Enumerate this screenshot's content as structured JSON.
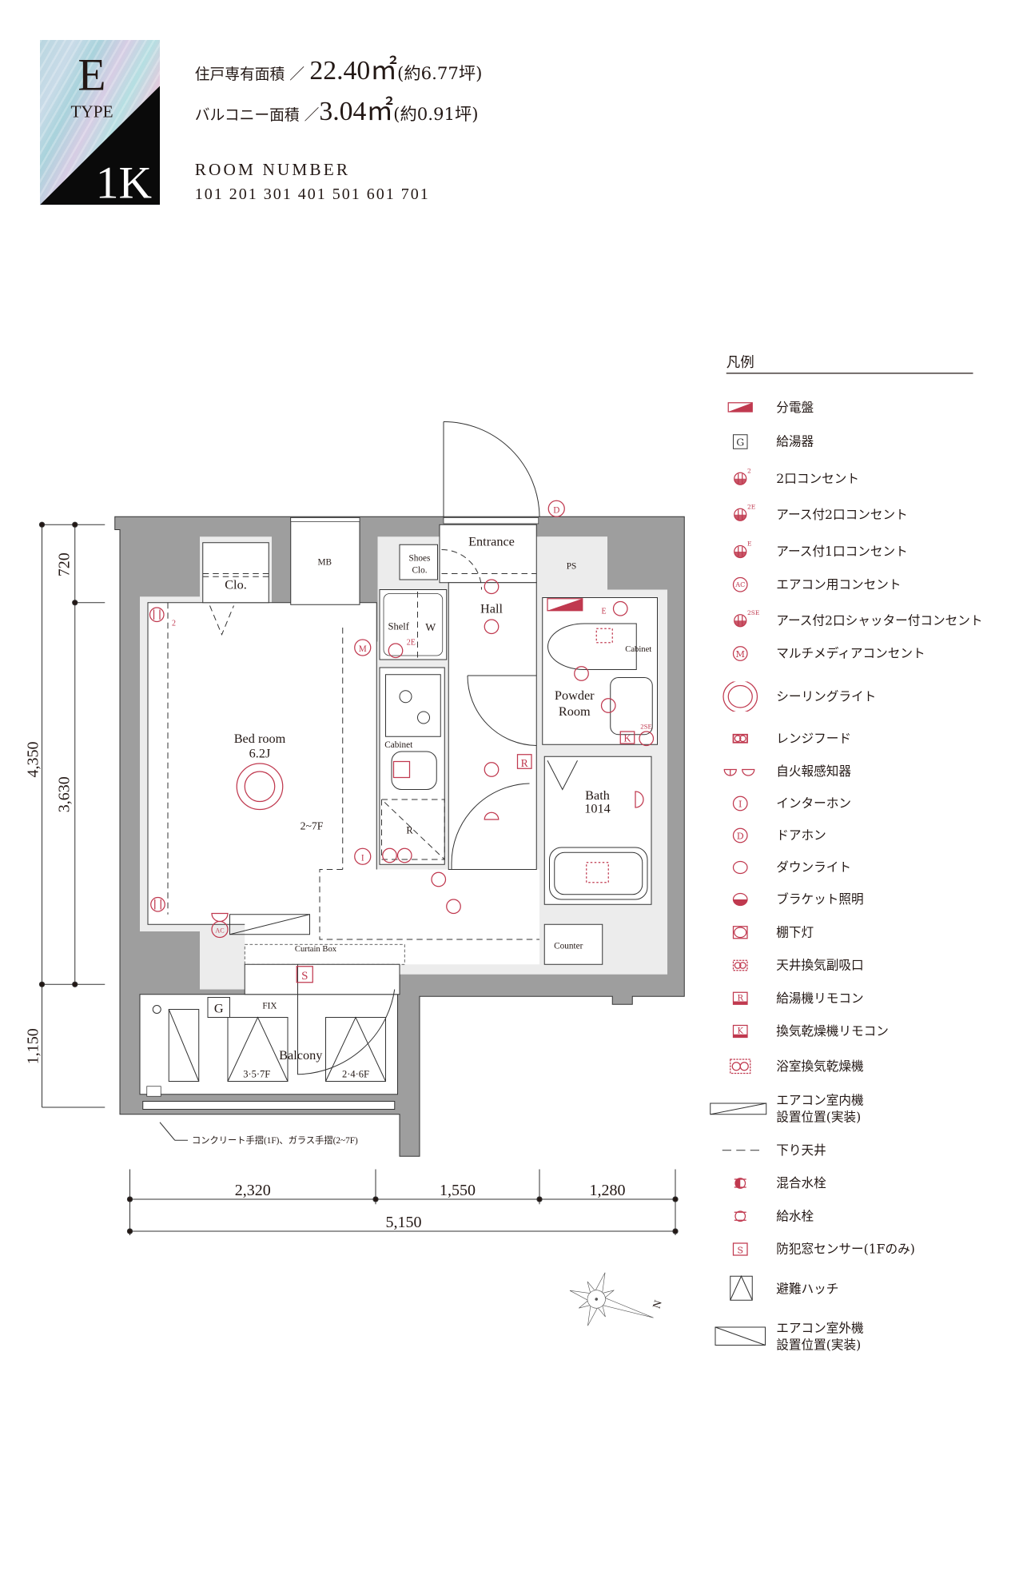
{
  "badge": {
    "type_letter": "E",
    "type_word": "TYPE",
    "layout": "1K"
  },
  "header": {
    "private_area_label": "住戸専有面積 ／",
    "private_area_value": "22.40㎡",
    "private_area_tsubo": "(約6.77坪)",
    "balcony_area_label": "バルコニー面積 ／",
    "balcony_area_value": "3.04㎡",
    "balcony_area_tsubo": "(約0.91坪)",
    "room_number_title": "ROOM NUMBER",
    "room_numbers": "101 201 301 401 501 601 701"
  },
  "plan": {
    "labels": {
      "entrance": "Entrance",
      "hall": "Hall",
      "shoes_clo_1": "Shoes",
      "shoes_clo_2": "Clo.",
      "mb": "MB",
      "ps": "PS",
      "clo": "Clo.",
      "bedroom": "Bed room",
      "bedroom_size": "6.2J",
      "shelf": "Shelf",
      "washer": "W",
      "kitchen_cabinet": "Cabinet",
      "toilet_cabinet": "Cabinet",
      "powder_room_1": "Powder",
      "powder_room_2": "Room",
      "bath": "Bath",
      "bath_size": "1014",
      "counter": "Counter",
      "curtain_box": "Curtain Box",
      "fix": "FIX",
      "balcony": "Balcony",
      "ceiling_note": "2~7F",
      "hatch_a": "3·5·7F",
      "hatch_b": "2·4·6F",
      "fridge_r": "R",
      "railing_note": "コンクリート手摺(1F)、ガラス手摺(2~7F)"
    },
    "symbols": {
      "water_heater": "G",
      "sensor": "S",
      "remote_r": "R",
      "remote_k": "K",
      "multimedia": "M",
      "intercom": "I",
      "doorphone": "D",
      "aircon": "AC",
      "outlet_2": "2",
      "outlet_2e": "2E",
      "outlet_e": "E",
      "outlet_2se": "2SE"
    },
    "dimensions": {
      "left_total": "4,350",
      "left_top": "720",
      "left_mid": "3,630",
      "left_balcony": "1,150",
      "bottom_a": "2,320",
      "bottom_b": "1,550",
      "bottom_c": "1,280",
      "bottom_total": "5,150"
    },
    "compass_label": "N"
  },
  "legend": {
    "title": "凡例",
    "items": [
      {
        "icon": "distribution-board",
        "label": "分電盤"
      },
      {
        "icon": "water-heater",
        "label": "給湯器",
        "glyph": "G"
      },
      {
        "icon": "outlet",
        "label": "2口コンセント",
        "glyph": "2"
      },
      {
        "icon": "outlet",
        "label": "アース付2口コンセント",
        "glyph": "2E"
      },
      {
        "icon": "outlet",
        "label": "アース付1口コンセント",
        "glyph": "E"
      },
      {
        "icon": "circle-letter",
        "label": "エアコン用コンセント",
        "glyph": "AC"
      },
      {
        "icon": "outlet",
        "label": "アース付2口シャッター付コンセント",
        "glyph": "2SE"
      },
      {
        "icon": "circle-letter",
        "label": "マルチメディアコンセント",
        "glyph": "M"
      },
      {
        "icon": "ceiling-light",
        "label": "シーリングライト"
      },
      {
        "icon": "range-hood",
        "label": "レンジフード"
      },
      {
        "icon": "fire-alarm",
        "label": "自火報感知器"
      },
      {
        "icon": "circle-letter",
        "label": "インターホン",
        "glyph": "I"
      },
      {
        "icon": "circle-letter",
        "label": "ドアホン",
        "glyph": "D"
      },
      {
        "icon": "downlight",
        "label": "ダウンライト"
      },
      {
        "icon": "bracket-light",
        "label": "ブラケット照明"
      },
      {
        "icon": "shelf-light",
        "label": "棚下灯"
      },
      {
        "icon": "ceiling-vent",
        "label": "天井換気副吸口"
      },
      {
        "icon": "box-red",
        "label": "給湯機リモコン",
        "glyph": "R"
      },
      {
        "icon": "box-red",
        "label": "換気乾燥機リモコン",
        "glyph": "K"
      },
      {
        "icon": "bath-dryer",
        "label": "浴室換気乾燥機"
      },
      {
        "icon": "aircon-indoor",
        "label": "エアコン室内機\n設置位置(実装)"
      },
      {
        "icon": "dropped-ceiling",
        "label": "下り天井"
      },
      {
        "icon": "mixing-faucet",
        "label": "混合水栓"
      },
      {
        "icon": "water-faucet",
        "label": "給水栓"
      },
      {
        "icon": "sensor",
        "label": "防犯窓センサー(1Fのみ)",
        "glyph": "S"
      },
      {
        "icon": "escape-hatch",
        "label": "避難ハッチ"
      },
      {
        "icon": "aircon-outdoor",
        "label": "エアコン室外機\n設置位置(実装)"
      }
    ]
  },
  "colors": {
    "accent": "#c0394f",
    "wall": "#9e9e9e",
    "floor": "#ececec",
    "text": "#231815"
  }
}
